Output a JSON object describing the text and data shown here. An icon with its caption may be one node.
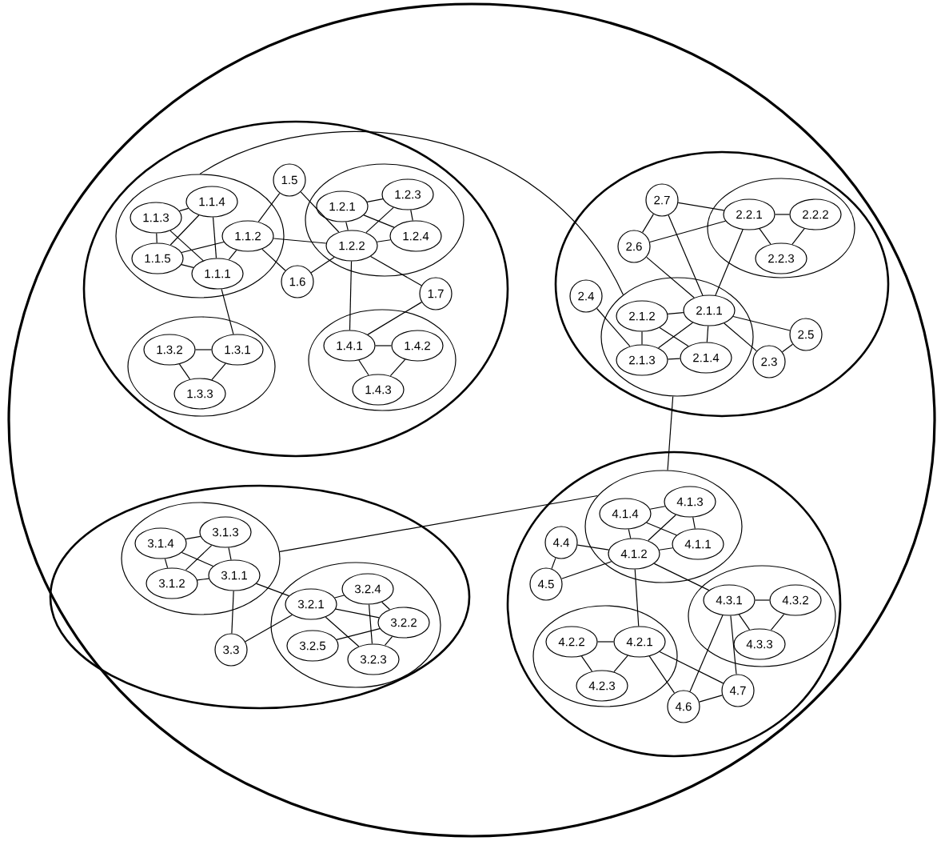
{
  "diagram": {
    "nodes": [
      {
        "text": [],
        "shape": "ellipse"
      },
      {
        "text": [],
        "shape": "ellipse",
        "in": 0
      },
      {
        "text": [],
        "shape": "ellipse",
        "in": 1
      },
      {
        "text": [
          "1.1.3"
        ],
        "in": 2
      },
      {
        "text": [
          "1.1.4"
        ],
        "in": 2
      },
      {
        "text": [
          "1.1.2"
        ],
        "in": 2
      },
      {
        "text": [
          "1.1.5"
        ],
        "in": 2
      },
      {
        "text": [
          "1.1.1"
        ],
        "in": 2
      },
      {
        "text": [
          "1.5"
        ],
        "in": 1
      },
      {
        "text": [],
        "shape": "ellipse",
        "in": 1
      },
      {
        "text": [
          "1.2.1"
        ],
        "in": 9
      },
      {
        "text": [
          "1.2.3"
        ],
        "in": 9
      },
      {
        "text": [
          "1.2.2"
        ],
        "in": 9
      },
      {
        "text": [
          "1.2.4"
        ],
        "in": 9
      },
      {
        "text": [
          "1.6"
        ],
        "in": 1
      },
      {
        "text": [
          "1.7"
        ],
        "in": 1
      },
      {
        "text": [],
        "shape": "ellipse",
        "in": 1
      },
      {
        "text": [
          "1.3.2"
        ],
        "in": 16
      },
      {
        "text": [
          "1.3.1"
        ],
        "in": 16
      },
      {
        "text": [
          "1.3.3"
        ],
        "in": 16
      },
      {
        "text": [],
        "shape": "ellipse",
        "in": 1
      },
      {
        "text": [
          "1.4.1"
        ],
        "in": 20
      },
      {
        "text": [
          "1.4.2"
        ],
        "in": 20
      },
      {
        "text": [
          "1.4.3"
        ],
        "in": 20
      },
      {
        "text": [],
        "shape": "ellipse",
        "in": 0
      },
      {
        "text": [
          "2.7"
        ],
        "in": 24
      },
      {
        "text": [],
        "shape": "ellipse",
        "in": 24
      },
      {
        "text": [
          "2.2.1"
        ],
        "in": 26
      },
      {
        "text": [
          "2.2.2"
        ],
        "in": 26
      },
      {
        "text": [
          "2.6"
        ],
        "in": 24
      },
      {
        "text": [
          "2.2.3"
        ],
        "in": 26
      },
      {
        "text": [
          "2.4"
        ],
        "in": 24
      },
      {
        "text": [],
        "shape": "ellipse",
        "in": 24
      },
      {
        "text": [
          "2.1.2"
        ],
        "in": 32
      },
      {
        "text": [
          "2.1.1"
        ],
        "in": 32
      },
      {
        "text": [
          "2.5"
        ],
        "in": 24
      },
      {
        "text": [
          "2.1.3"
        ],
        "in": 32
      },
      {
        "text": [
          "2.1.4"
        ],
        "in": 32
      },
      {
        "text": [
          "2.3"
        ],
        "in": 24
      },
      {
        "text": [],
        "shape": "ellipse",
        "in": 0
      },
      {
        "text": [],
        "shape": "ellipse",
        "in": 39
      },
      {
        "text": [
          "3.1.4"
        ],
        "in": 40
      },
      {
        "text": [
          "3.1.3"
        ],
        "in": 40
      },
      {
        "text": [
          "3.1.2"
        ],
        "in": 40
      },
      {
        "text": [
          "3.1.1"
        ],
        "in": 40
      },
      {
        "text": [
          "3.3"
        ],
        "in": 39
      },
      {
        "text": [],
        "shape": "ellipse",
        "in": 39
      },
      {
        "text": [
          "3.2.4"
        ],
        "in": 46
      },
      {
        "text": [
          "3.2.1"
        ],
        "in": 46
      },
      {
        "text": [
          "3.2.2"
        ],
        "in": 46
      },
      {
        "text": [
          "3.2.5"
        ],
        "in": 46
      },
      {
        "text": [
          "3.2.3"
        ],
        "in": 46
      },
      {
        "text": [],
        "shape": "ellipse",
        "in": 0
      },
      {
        "text": [],
        "shape": "ellipse",
        "in": 52
      },
      {
        "text": [
          "4.1.4"
        ],
        "in": 53
      },
      {
        "text": [
          "4.1.3"
        ],
        "in": 53
      },
      {
        "text": [
          "4.1.2"
        ],
        "in": 53
      },
      {
        "text": [
          "4.1.1"
        ],
        "in": 53
      },
      {
        "text": [
          "4.4"
        ],
        "in": 52
      },
      {
        "text": [
          "4.5"
        ],
        "in": 52
      },
      {
        "text": [],
        "shape": "ellipse",
        "in": 52
      },
      {
        "text": [
          "4.3.1"
        ],
        "in": 60
      },
      {
        "text": [
          "4.3.2"
        ],
        "in": 60
      },
      {
        "text": [
          "4.3.3"
        ],
        "in": 60
      },
      {
        "text": [],
        "shape": "ellipse",
        "in": 52
      },
      {
        "text": [
          "4.2.2"
        ],
        "in": 64
      },
      {
        "text": [
          "4.2.1"
        ],
        "in": 64
      },
      {
        "text": [
          "4.2.3"
        ],
        "in": 64
      },
      {
        "text": [
          "4.6"
        ],
        "in": 52
      },
      {
        "text": [
          "4.7"
        ],
        "in": 52
      }
    ],
    "edges": [
      {
        "from": 3,
        "to": 6,
        "arrow": "none"
      },
      {
        "from": 4,
        "to": 3,
        "arrow": "none"
      },
      {
        "from": 3,
        "to": 7,
        "arrow": "none"
      },
      {
        "from": 4,
        "to": 6,
        "arrow": "none"
      },
      {
        "from": 4,
        "to": 7,
        "arrow": "none"
      },
      {
        "from": 6,
        "to": 5,
        "arrow": "none"
      },
      {
        "from": 6,
        "to": 7,
        "arrow": "none"
      },
      {
        "from": 5,
        "to": 7,
        "arrow": "none"
      },
      {
        "from": 5,
        "to": 8,
        "arrow": "none"
      },
      {
        "from": 5,
        "to": 12,
        "arrow": "none"
      },
      {
        "from": 5,
        "to": 14,
        "arrow": "none"
      },
      {
        "from": 8,
        "to": 12,
        "arrow": "none"
      },
      {
        "from": 14,
        "to": 12,
        "arrow": "none"
      },
      {
        "from": 12,
        "to": 15,
        "arrow": "none"
      },
      {
        "from": 12,
        "to": 21,
        "arrow": "none"
      },
      {
        "from": 15,
        "to": 21,
        "arrow": "none"
      },
      {
        "from": 7,
        "to": 18,
        "arrow": "none"
      },
      {
        "from": 10,
        "to": 11,
        "arrow": "none"
      },
      {
        "from": 10,
        "to": 13,
        "arrow": "none"
      },
      {
        "from": 10,
        "to": 12,
        "arrow": "none"
      },
      {
        "from": 11,
        "to": 12,
        "arrow": "none"
      },
      {
        "from": 11,
        "to": 13,
        "arrow": "none"
      },
      {
        "from": 13,
        "to": 12,
        "arrow": "none"
      },
      {
        "from": 17,
        "to": 18,
        "arrow": "none"
      },
      {
        "from": 17,
        "to": 19,
        "arrow": "none"
      },
      {
        "from": 18,
        "to": 19,
        "arrow": "none"
      },
      {
        "from": 21,
        "to": 22,
        "arrow": "none"
      },
      {
        "from": 21,
        "to": 23,
        "arrow": "none"
      },
      {
        "from": 22,
        "to": 23,
        "arrow": "none"
      },
      {
        "from": 2,
        "to": 32,
        "arrow": "none"
      },
      {
        "from": 25,
        "to": 29,
        "arrow": "none"
      },
      {
        "from": 25,
        "to": 27,
        "arrow": "none"
      },
      {
        "from": 25,
        "to": 34,
        "arrow": "none"
      },
      {
        "from": 29,
        "to": 27,
        "arrow": "none"
      },
      {
        "from": 29,
        "to": 34,
        "arrow": "none"
      },
      {
        "from": 27,
        "to": 28,
        "arrow": "none"
      },
      {
        "from": 27,
        "to": 30,
        "arrow": "none"
      },
      {
        "from": 28,
        "to": 30,
        "arrow": "none"
      },
      {
        "from": 27,
        "to": 34,
        "arrow": "none"
      },
      {
        "from": 33,
        "to": 34,
        "arrow": "none"
      },
      {
        "from": 33,
        "to": 36,
        "arrow": "none"
      },
      {
        "from": 33,
        "to": 37,
        "arrow": "none"
      },
      {
        "from": 34,
        "to": 36,
        "arrow": "none"
      },
      {
        "from": 34,
        "to": 37,
        "arrow": "none"
      },
      {
        "from": 36,
        "to": 37,
        "arrow": "none"
      },
      {
        "from": 34,
        "to": 35,
        "arrow": "none"
      },
      {
        "from": 34,
        "to": 38,
        "arrow": "none"
      },
      {
        "from": 38,
        "to": 35,
        "arrow": "none"
      },
      {
        "from": 31,
        "to": 36,
        "arrow": "none"
      },
      {
        "from": 32,
        "to": 53,
        "arrow": "none"
      },
      {
        "from": 41,
        "to": 42,
        "arrow": "none"
      },
      {
        "from": 41,
        "to": 43,
        "arrow": "none"
      },
      {
        "from": 41,
        "to": 44,
        "arrow": "none"
      },
      {
        "from": 42,
        "to": 43,
        "arrow": "none"
      },
      {
        "from": 42,
        "to": 44,
        "arrow": "none"
      },
      {
        "from": 43,
        "to": 44,
        "arrow": "none"
      },
      {
        "from": 44,
        "to": 48,
        "arrow": "none"
      },
      {
        "from": 44,
        "to": 45,
        "arrow": "none"
      },
      {
        "from": 45,
        "to": 48,
        "arrow": "none"
      },
      {
        "from": 48,
        "to": 47,
        "arrow": "none"
      },
      {
        "from": 48,
        "to": 49,
        "arrow": "none"
      },
      {
        "from": 48,
        "to": 51,
        "arrow": "none"
      },
      {
        "from": 47,
        "to": 49,
        "arrow": "none"
      },
      {
        "from": 47,
        "to": 51,
        "arrow": "none"
      },
      {
        "from": 50,
        "to": 49,
        "arrow": "none"
      },
      {
        "from": 49,
        "to": 51,
        "arrow": "none"
      },
      {
        "from": 40,
        "to": 53,
        "arrow": "none"
      },
      {
        "from": 54,
        "to": 55,
        "arrow": "none"
      },
      {
        "from": 54,
        "to": 57,
        "arrow": "none"
      },
      {
        "from": 54,
        "to": 56,
        "arrow": "none"
      },
      {
        "from": 55,
        "to": 56,
        "arrow": "none"
      },
      {
        "from": 55,
        "to": 57,
        "arrow": "none"
      },
      {
        "from": 56,
        "to": 57,
        "arrow": "none"
      },
      {
        "from": 58,
        "to": 59,
        "arrow": "none"
      },
      {
        "from": 58,
        "to": 56,
        "arrow": "none"
      },
      {
        "from": 59,
        "to": 56,
        "arrow": "none"
      },
      {
        "from": 56,
        "to": 66,
        "arrow": "none"
      },
      {
        "from": 56,
        "to": 61,
        "arrow": "none"
      },
      {
        "from": 65,
        "to": 66,
        "arrow": "none"
      },
      {
        "from": 65,
        "to": 67,
        "arrow": "none"
      },
      {
        "from": 66,
        "to": 67,
        "arrow": "none"
      },
      {
        "from": 66,
        "to": 68,
        "arrow": "none"
      },
      {
        "from": 66,
        "to": 69,
        "arrow": "none"
      },
      {
        "from": 61,
        "to": 62,
        "arrow": "none"
      },
      {
        "from": 61,
        "to": 63,
        "arrow": "none"
      },
      {
        "from": 62,
        "to": 63,
        "arrow": "none"
      },
      {
        "from": 61,
        "to": 68,
        "arrow": "none"
      },
      {
        "from": 61,
        "to": 69,
        "arrow": "none"
      },
      {
        "from": 68,
        "to": 69,
        "arrow": "none"
      }
    ]
  }
}
